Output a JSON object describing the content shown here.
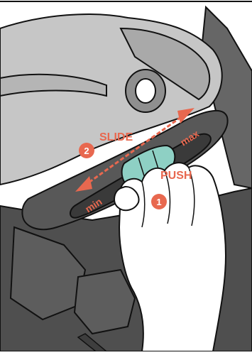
{
  "labels": {
    "slide": "SLIDE",
    "push": "PUSH",
    "min": "min",
    "max": "max"
  },
  "steps": {
    "push_step": "1",
    "slide_step": "2"
  },
  "colors": {
    "accent": "#e8684f",
    "handle": "#8ed0c4",
    "shell_light": "#c9c9c9",
    "shell_mid": "#9e9e9e",
    "shell_dark": "#5a5a5a",
    "outline": "#111111"
  }
}
